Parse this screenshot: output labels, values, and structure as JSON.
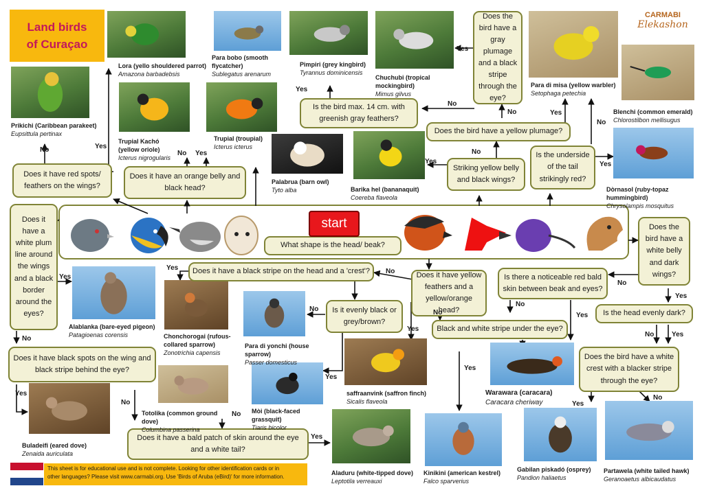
{
  "title": {
    "line1": "Land birds",
    "line2": "of Curaçao"
  },
  "logo": {
    "brand": "CARMABI",
    "script": "Elekashon"
  },
  "start_label": "start",
  "questions": {
    "head_shape": "What shape is the head/ beak?",
    "red_spots": "Does it have red spots/ feathers on the wings?",
    "orange_belly": "Does it have an orange belly and black head?",
    "white_plum_line": "Does it have a white plum line around the wings and a black border around the eyes?",
    "black_spots": "Does it have black spots on the wing and black stripe behind the eye?",
    "bald_patch": "Does it have a bald patch of skin around the eye and a white tail?",
    "black_stripe_crest": "Does it have a black stripe on the head and a 'crest'?",
    "evenly_black": "Is it evenly black or grey/brown?",
    "yellow_feathers": "Does it have yellow feathers and a yellow/orange head?",
    "bw_stripe": "Black and white stripe under the eye?",
    "max14": "Is the bird max. 14 cm. with greenish gray feathers?",
    "gray_plumage": "Does the bird have a gray plumage and a black stripe through the eye?",
    "yellow_plumage": "Does the bird have a yellow plumage?",
    "yellow_belly_black_wings": "Striking yellow belly and black wings?",
    "underside_tail": "Is the underside of the tail strikingly red?",
    "white_belly": "Does the bird have a white belly and dark wings?",
    "red_bald_skin": "Is there a noticeable red bald skin between beak and eyes?",
    "head_evenly_dark": "Is the head evenly dark?",
    "white_crest": "Does the bird have a white crest with a blacker stripe through the eye?"
  },
  "labels": {
    "yes": "Yes",
    "no": "No"
  },
  "birds": [
    {
      "key": "prikichi",
      "name": "Prikichi (Caribbean parakeet)",
      "latin": "Eupsittula pertinax"
    },
    {
      "key": "lora",
      "name": "Lora (yello shouldered parrot)",
      "latin": "Amazona barbadebsis"
    },
    {
      "key": "parabobo",
      "name": "Para bobo (smooth flycatcher)",
      "latin": "Sublegatus arenarum"
    },
    {
      "key": "pimpiri",
      "name": "Pimpiri (grey kingbird)",
      "latin": "Tyrannus dominicensis"
    },
    {
      "key": "chuchubi",
      "name": "Chuchubi (tropical mockingbird)",
      "latin": "Mimus gilvus"
    },
    {
      "key": "paradimisa",
      "name": "Para di misa (yellow warbler)",
      "latin": "Setophaga petechia"
    },
    {
      "key": "blenchi",
      "name": "Blenchi (common emerald)",
      "latin": "Chlorostilbon mellisugus"
    },
    {
      "key": "trupialkacho",
      "name": "Trupial Kachó (yellow oriole)",
      "latin": "Icterus nigrogularis"
    },
    {
      "key": "trupial",
      "name": "Trupial (troupial)",
      "latin": "Icterus icterus"
    },
    {
      "key": "palabrua",
      "name": "Palabrua (barn owl)",
      "latin": "Tyto alba"
    },
    {
      "key": "barika",
      "name": "Barika hel (bananaquit)",
      "latin": "Coereba flaveola"
    },
    {
      "key": "dornasol",
      "name": "Dòrnasol (ruby-topaz hummingbird)",
      "latin": "Chrysolampis mosquitus"
    },
    {
      "key": "alablanka",
      "name": "Alablanka (bare-eyed pigeon)",
      "latin": "Patagioenas corensis"
    },
    {
      "key": "chonchorogai",
      "name": "Chonchorogai (rufous-collared sparrow)",
      "latin": "Zonotrichia capensis"
    },
    {
      "key": "paradiyonchi",
      "name": "Para di yonchi (house sparrow)",
      "latin": "Passer domesticus"
    },
    {
      "key": "saffraanvink",
      "name": "saffraanvink (saffron finch)",
      "latin": "Sicalis flaveola"
    },
    {
      "key": "moi",
      "name": "Mòi (black-faced grassquit)",
      "latin": "Tiaris bicolor"
    },
    {
      "key": "warawara",
      "name": "Warawara (caracara)",
      "latin": "Caracara cheriway"
    },
    {
      "key": "buladeifi",
      "name": "Buladeifi (eared dove)",
      "latin": "Zenaida auriculata"
    },
    {
      "key": "totolika",
      "name": "Totolika (common ground dove)",
      "latin": "Columbina passerina"
    },
    {
      "key": "aladuru",
      "name": "Aladuru (white-tipped dove)",
      "latin": "Leptotila verreauxi"
    },
    {
      "key": "kinikini",
      "name": "Kinikini (american kestrel)",
      "latin": "Falco sparverius"
    },
    {
      "key": "gabilan",
      "name": "Gabilan piskadó (osprey)",
      "latin": "Pandion haliaetus"
    },
    {
      "key": "partawela",
      "name": "Partawela (white tailed hawk)",
      "latin": "Geranoaetus albicaudatus"
    }
  ],
  "footer": {
    "line1": "This sheet is for educational use and is not complete. Looking for other identification cards or in",
    "line2": "other languages? Please visit www.carmabi.org. Use 'Birds of Aruba (eBird)' for more information."
  },
  "colors": {
    "box_fill": "#f3f1d6",
    "box_border": "#7f8336",
    "title_bg": "#f8b80e",
    "title_text": "#c2185b",
    "start": "#e8171c"
  },
  "icons": {
    "heads": [
      "pigeon-head-icon",
      "macaw-head-icon",
      "mockingbird-head-icon",
      "owl-head-icon",
      "tanager-head-icon",
      "cardinal-head-icon",
      "hummingbird-head-icon",
      "falcon-head-icon"
    ]
  }
}
